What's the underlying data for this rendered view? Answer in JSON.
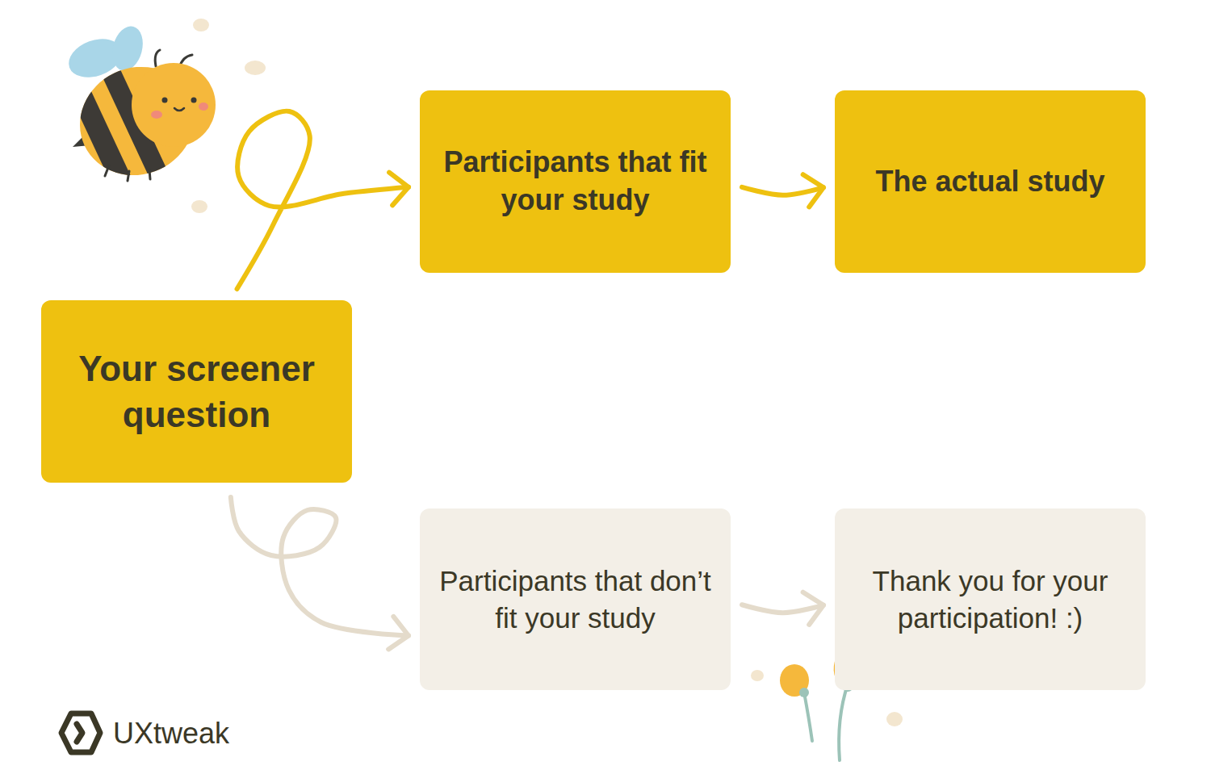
{
  "diagram": {
    "nodes": [
      {
        "text": [
          "Your screener question"
        ]
      },
      {
        "text": [
          "Participants that fit your study"
        ]
      },
      {
        "text": [
          "The actual study"
        ]
      },
      {
        "text": [
          "Participants that don’t fit your study"
        ]
      },
      {
        "text": [
          "Thank you for your participation! :)"
        ]
      }
    ],
    "edges": [
      {
        "from": 0,
        "to": 1,
        "arrow": "to"
      },
      {
        "from": 1,
        "to": 2,
        "arrow": "to"
      },
      {
        "from": 0,
        "to": 3,
        "arrow": "to"
      },
      {
        "from": 3,
        "to": 4,
        "arrow": "to"
      }
    ],
    "labels": [
      "UXtweak"
    ]
  }
}
